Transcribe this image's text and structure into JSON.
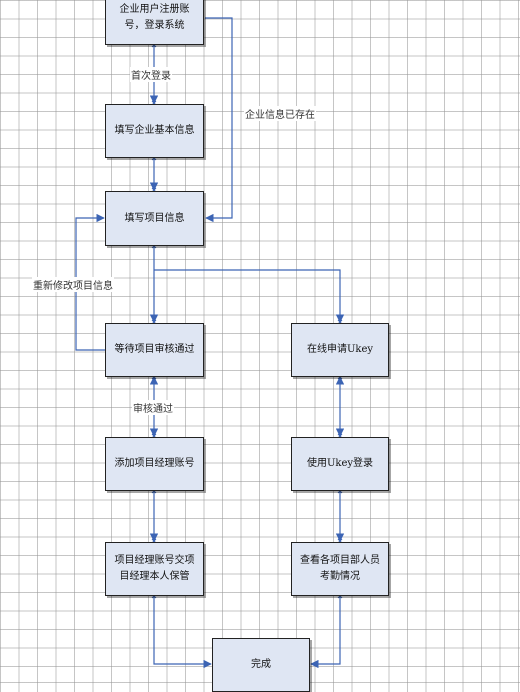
{
  "nodes": {
    "register": "企业用户注册账号，登录系统",
    "basic_info": "填写企业基本信息",
    "project_info": "填写项目信息",
    "await_review": "等待项目审核通过",
    "apply_ukey": "在线申请Ukey",
    "add_manager": "添加项目经理账号",
    "ukey_login": "使用Ukey登录",
    "handover": "项目经理账号交项目经理本人保管",
    "check_attendance": "查看各项目部人员考勤情况",
    "done": "完成"
  },
  "edge_labels": {
    "first_login": "首次登录",
    "info_exists": "企业信息已存在",
    "re_edit": "重新修改项目信息",
    "approved": "审核通过"
  },
  "colors": {
    "node_fill": "#dfe6f3",
    "line": "#3c64b4",
    "border": "#222222"
  }
}
